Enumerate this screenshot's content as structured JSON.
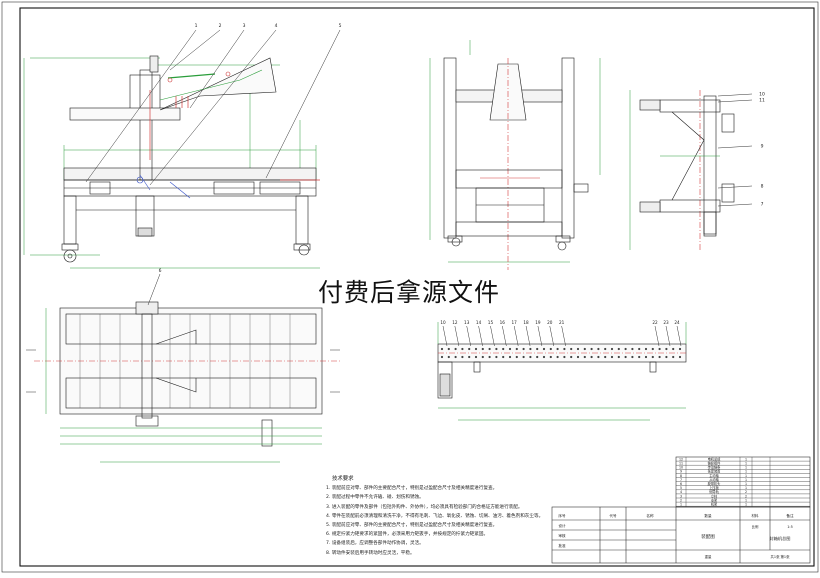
{
  "watermark": "付费后拿源文件",
  "requirements": {
    "title": "技术要求",
    "items": [
      "1. 装配前应对零、部件的主要配合尺寸，特别是过盈配合尺寸及相关精度进行复查。",
      "2. 装配过程中零件不允许磕、碰、划伤和锈蚀。",
      "3. 进入装配的零件及部件（包括外购件、外协件），均必须具有检验部门的合格证方能进行装配。",
      "4. 零件在装配前必须清理和清洗干净，不得有毛刺、飞边、氧化皮、锈蚀、切屑、油污、着色剂和灰尘等。",
      "5. 装配前应对零、部件的主要配合尺寸，特别是过盈配合尺寸及相关精度进行复查。",
      "6. 规定拧紧力矩要求的紧固件，必须采用力矩扳手，并按规定的拧紧力矩紧固。",
      "7. 设备组装后，应调整各部件动作协调，灵活。",
      "8. 转动件安装后用手转动时应灵活，平稳。"
    ]
  },
  "balloons_top": [
    "1",
    "2",
    "3",
    "4",
    "5"
  ],
  "balloons_right": [
    "10",
    "11",
    "9",
    "8",
    "7"
  ],
  "balloons_bottom": [
    "10",
    "12",
    "13",
    "14",
    "15",
    "16",
    "17",
    "18",
    "19",
    "20",
    "21",
    "22",
    "23",
    "24"
  ],
  "balloon_plan": "6",
  "bom_rows": [
    [
      "12",
      "电机总成",
      "1",
      ""
    ],
    [
      "11",
      "链轮组件",
      "1",
      ""
    ],
    [
      "10",
      "传动链条",
      "1",
      ""
    ],
    [
      "9",
      "张紧装置",
      "1",
      ""
    ],
    [
      "8",
      "主动轴",
      "1",
      ""
    ],
    [
      "7",
      "从动轴",
      "1",
      ""
    ],
    [
      "6",
      "胶带机头",
      "1",
      ""
    ],
    [
      "5",
      "上压板",
      "1",
      ""
    ],
    [
      "4",
      "侧导轨",
      "2",
      ""
    ],
    [
      "3",
      "立柱",
      "2",
      ""
    ],
    [
      "2",
      "支架",
      "1",
      ""
    ],
    [
      "1",
      "机架",
      "1",
      ""
    ]
  ],
  "title_block": {
    "col_index": "序号",
    "col_code": "代号",
    "col_name": "名称",
    "col_qty": "数量",
    "col_material": "材料",
    "col_weight": "重量",
    "col_note": "备注",
    "designer": "设计",
    "checker": "审核",
    "approver": "批准",
    "drawing_name": "封箱机总图",
    "scale_label": "比例",
    "scale_value": "1:5",
    "sheet_label": "共1张 第1张",
    "school": "装配图"
  }
}
